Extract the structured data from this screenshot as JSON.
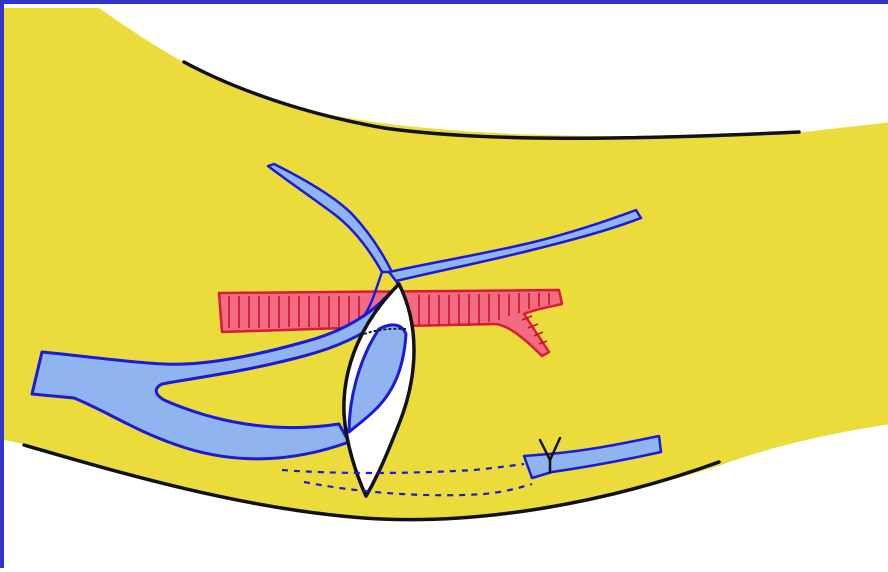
{
  "figure": {
    "description_label": "",
    "colors": {
      "frame": "#3333cc",
      "limb": "#ebdc3c",
      "outline": "#111111",
      "vein_fill": "#8fb4f0",
      "vein_stroke": "#1a1adb",
      "artery_fill": "#f26b80",
      "artery_stroke": "#c8102e",
      "incision_fill": "#ffffff"
    },
    "icons": [
      "limb-shape",
      "vein-network",
      "artery-segment",
      "incision-opening",
      "ligated-vein-stump",
      "tunnel-path"
    ]
  }
}
